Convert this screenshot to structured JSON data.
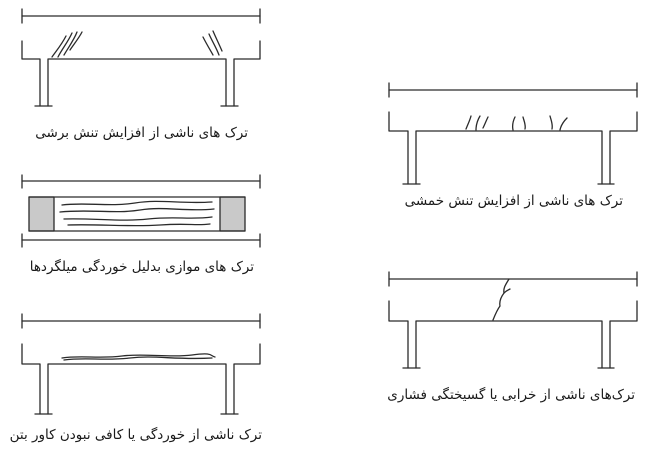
{
  "panels": [
    {
      "id": "shear",
      "caption": "ترک های ناشی از افزایش تنش برشی"
    },
    {
      "id": "rebar",
      "caption": "ترک های موازی بدلیل خوردگی میلگردها"
    },
    {
      "id": "cover",
      "caption": "ترک ناشی از خوردگی یا کافی نبودن کاور بتن"
    },
    {
      "id": "flexural",
      "caption": "ترک های ناشی از افزایش تنش خمشی"
    },
    {
      "id": "compression",
      "caption": "ترک‌های ناشی از خرابی یا گسیختگی فشاری"
    }
  ],
  "colors": {
    "line": "#2b2b2b",
    "fill": "#c9c9c9",
    "background": "#ffffff"
  }
}
